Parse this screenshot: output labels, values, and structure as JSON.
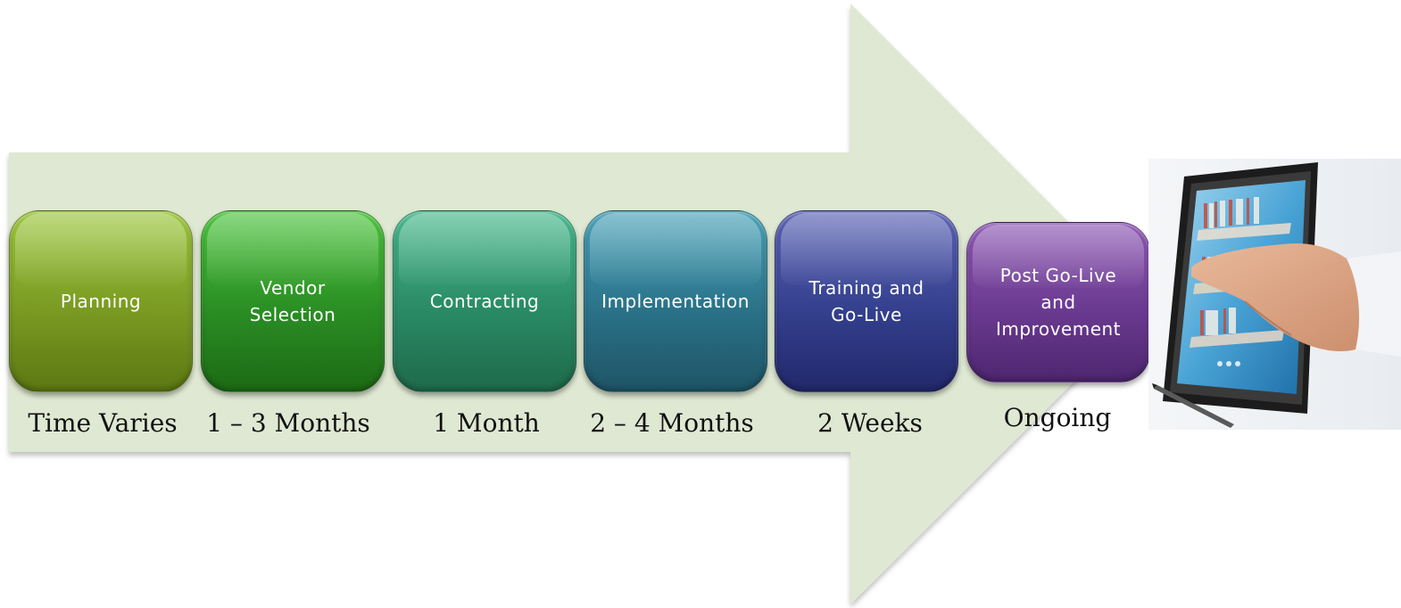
{
  "arrow_color": "#dfe8d2",
  "steps": [
    {
      "label": "Planning",
      "duration": "Time Varies",
      "color": "#7a9a22"
    },
    {
      "label": "Vendor\nSelection",
      "duration": "1 – 3 Months",
      "color": "#2a8e24"
    },
    {
      "label": "Contracting",
      "duration": "1 Month",
      "color": "#2a8a66"
    },
    {
      "label": "Implementation",
      "duration": "2 – 4 Months",
      "color": "#2a7288"
    },
    {
      "label": "Training and\nGo-Live",
      "duration": "2 Weeks",
      "color": "#34408e"
    },
    {
      "label": "Post Go-Live\nand\nImprovement",
      "duration": "Ongoing",
      "color": "#6a3a90"
    }
  ],
  "photo": {
    "icon": "tablet-with-hand-photo"
  }
}
